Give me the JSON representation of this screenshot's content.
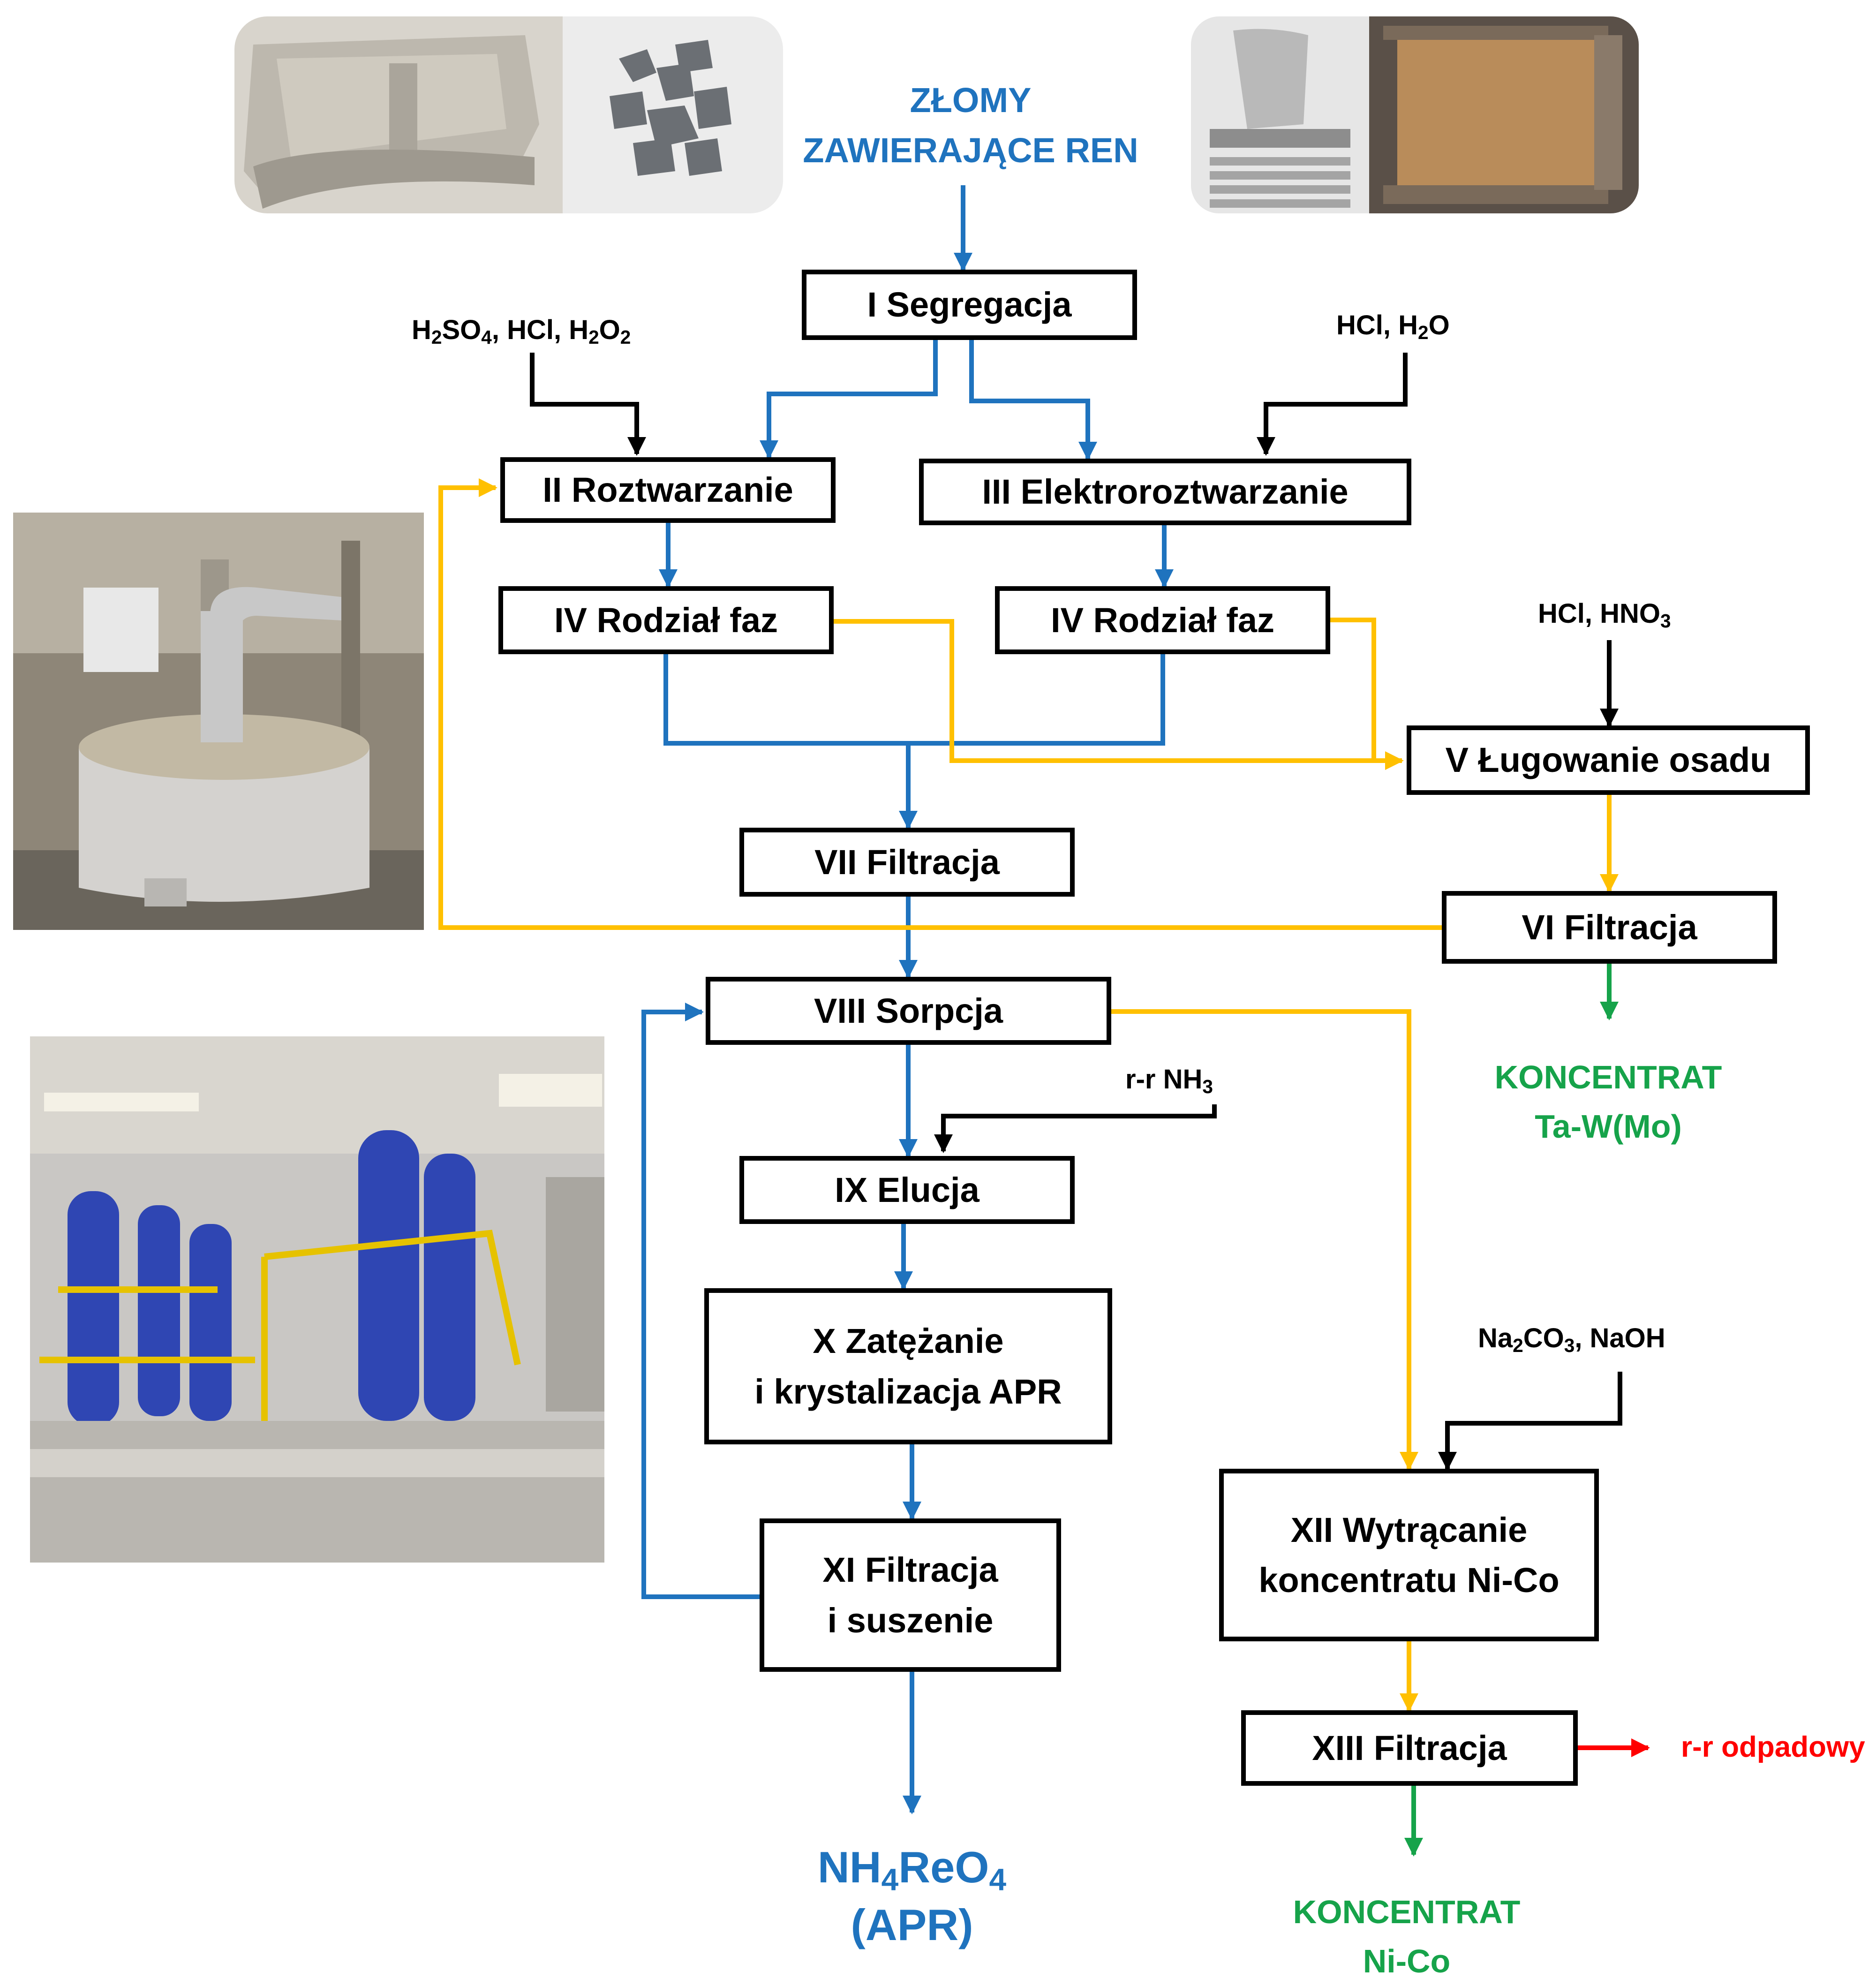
{
  "title": {
    "line1": "ZŁOMY",
    "line2": "ZAWIERAJĄCE REN"
  },
  "colors": {
    "blue": "#1F73BE",
    "yellow": "#FFC000",
    "green": "#16A34A",
    "red": "#FF0000",
    "black": "#000000"
  },
  "steps": {
    "s1": "I Segregacja",
    "s2": "II Roztwarzanie",
    "s3": "III Elektroroztwarzanie",
    "s4a": "IV Rodział faz",
    "s4b": "IV Rodział faz",
    "s5": "V Ługowanie osadu",
    "s6": "VI Filtracja",
    "s7": "VII Filtracja",
    "s8": "VIII Sorpcja",
    "s9": "IX Elucja",
    "s10_l1": "X Zatężanie",
    "s10_l2": "i krystalizacja APR",
    "s11_l1": "XI Filtracja",
    "s11_l2": "i suszenie",
    "s12_l1": "XII Wytrącanie",
    "s12_l2": "koncentratu Ni-Co",
    "s13": "XIII Filtracja"
  },
  "reagents": {
    "r1": {
      "a": "H",
      "b": "2",
      "c": "SO",
      "d": "4",
      "e": ", HCl, H",
      "f": "2",
      "g": "O",
      "h": "2"
    },
    "r2": {
      "a": "HCl, H",
      "b": "2",
      "c": "O"
    },
    "r3": {
      "a": "HCl, HNO",
      "b": "3"
    },
    "r4": {
      "a": "r-r NH",
      "b": "3"
    },
    "r5": {
      "a": "Na",
      "b": "2",
      "c": "CO",
      "d": "3",
      "e": ", NaOH"
    }
  },
  "outputs": {
    "ta_w_l1": "KONCENTRAT",
    "ta_w_l2": "Ta-W(Mo)",
    "ni_co_l1": "KONCENTRAT",
    "ni_co_l2": "Ni-Co",
    "apr": {
      "a": "NH",
      "b": "4",
      "c": "ReO",
      "d": "4",
      "e": "(APR)"
    },
    "waste": "r-r odpadowy"
  }
}
